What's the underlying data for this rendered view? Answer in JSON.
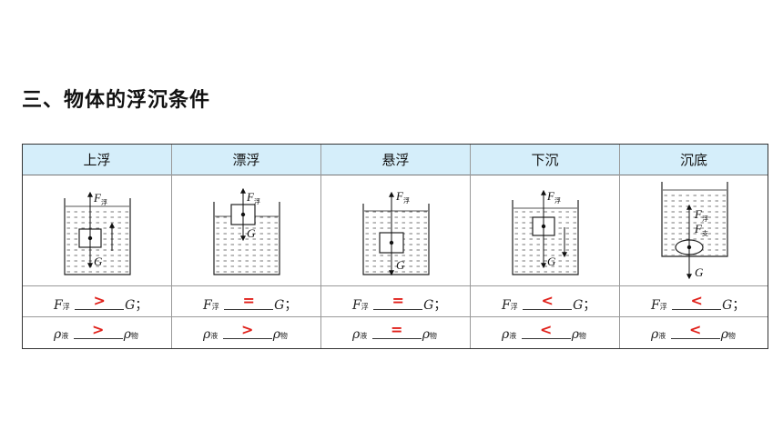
{
  "title": "三、物体的浮沉条件",
  "columns": [
    {
      "header": "上浮",
      "force_sym": ">",
      "density_sym": ">"
    },
    {
      "header": "漂浮",
      "force_sym": "=",
      "density_sym": ">"
    },
    {
      "header": "悬浮",
      "force_sym": "=",
      "density_sym": "="
    },
    {
      "header": "下沉",
      "force_sym": "<",
      "density_sym": "<"
    },
    {
      "header": "沉底",
      "force_sym": "<",
      "density_sym": "<"
    }
  ],
  "labels": {
    "F": "F",
    "fu": "浮",
    "zhi": "支",
    "G": "G",
    "rho": "ρ",
    "ye": "液",
    "wu": "物",
    "semicolon": "；"
  },
  "colors": {
    "header_bg": "#d5eefa",
    "answer": "#e0201a"
  }
}
